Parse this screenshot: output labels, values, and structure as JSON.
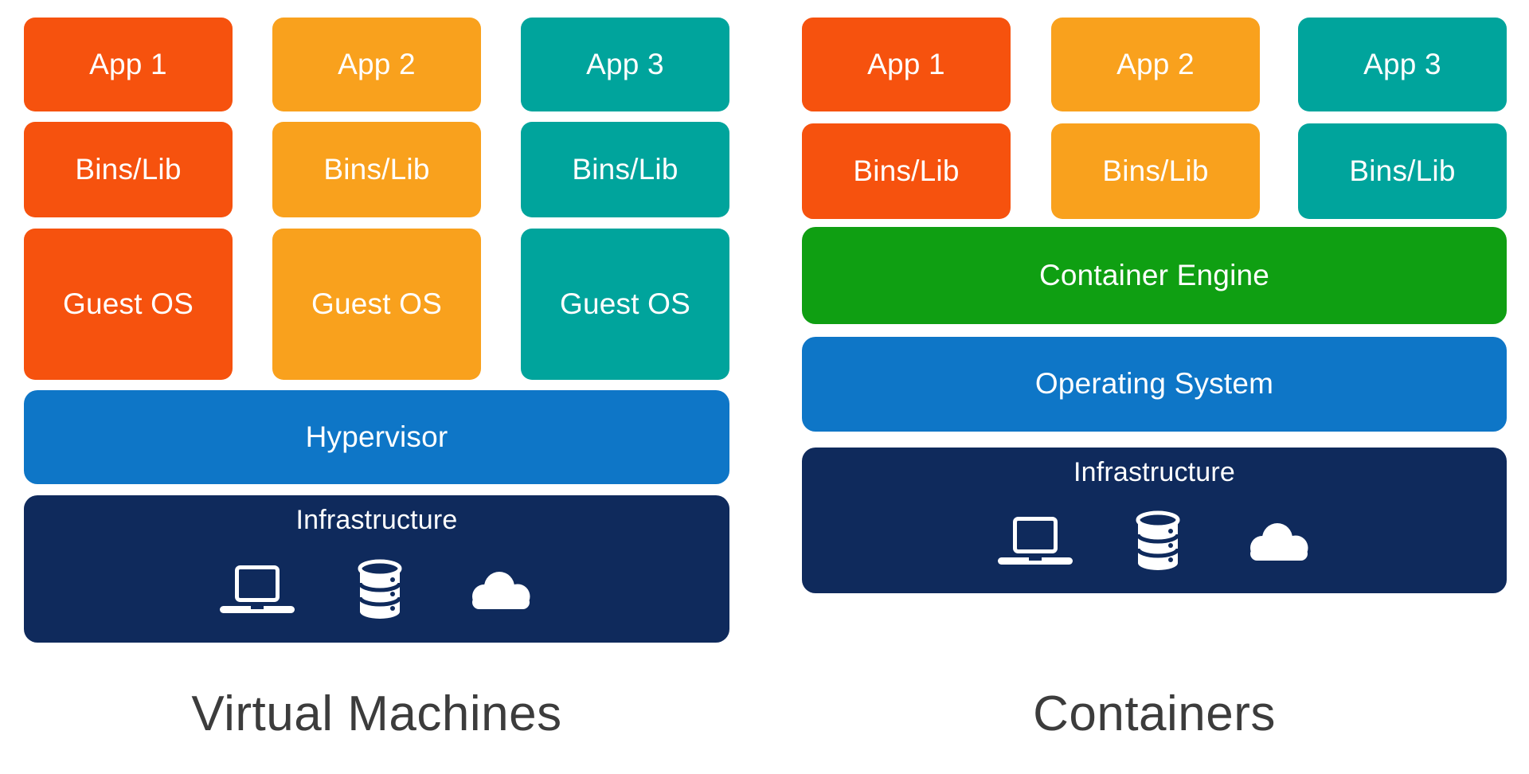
{
  "colors": {
    "background": "#ffffff",
    "app1": "#f6520e",
    "app2": "#f9a11d",
    "app3": "#00a49c",
    "layer_blue": "#0e76c7",
    "infrastructure_navy": "#0f2a5c",
    "engine_green": "#0f9f12",
    "box_text": "#ffffff",
    "title_text": "#3c3c3c"
  },
  "vm": {
    "title": "Virtual Machines",
    "columns": [
      {
        "app": "App 1",
        "bins": "Bins/Lib",
        "guest": "Guest OS"
      },
      {
        "app": "App 2",
        "bins": "Bins/Lib",
        "guest": "Guest OS"
      },
      {
        "app": "App 3",
        "bins": "Bins/Lib",
        "guest": "Guest OS"
      }
    ],
    "hypervisor": "Hypervisor",
    "infrastructure": "Infrastructure",
    "infrastructure_icons": [
      "laptop-icon",
      "database-icon",
      "cloud-icon"
    ]
  },
  "containers": {
    "title": "Containers",
    "columns": [
      {
        "app": "App 1",
        "bins": "Bins/Lib"
      },
      {
        "app": "App 2",
        "bins": "Bins/Lib"
      },
      {
        "app": "App 3",
        "bins": "Bins/Lib"
      }
    ],
    "engine": "Container Engine",
    "os": "Operating System",
    "infrastructure": "Infrastructure",
    "infrastructure_icons": [
      "laptop-icon",
      "database-icon",
      "cloud-icon"
    ]
  }
}
